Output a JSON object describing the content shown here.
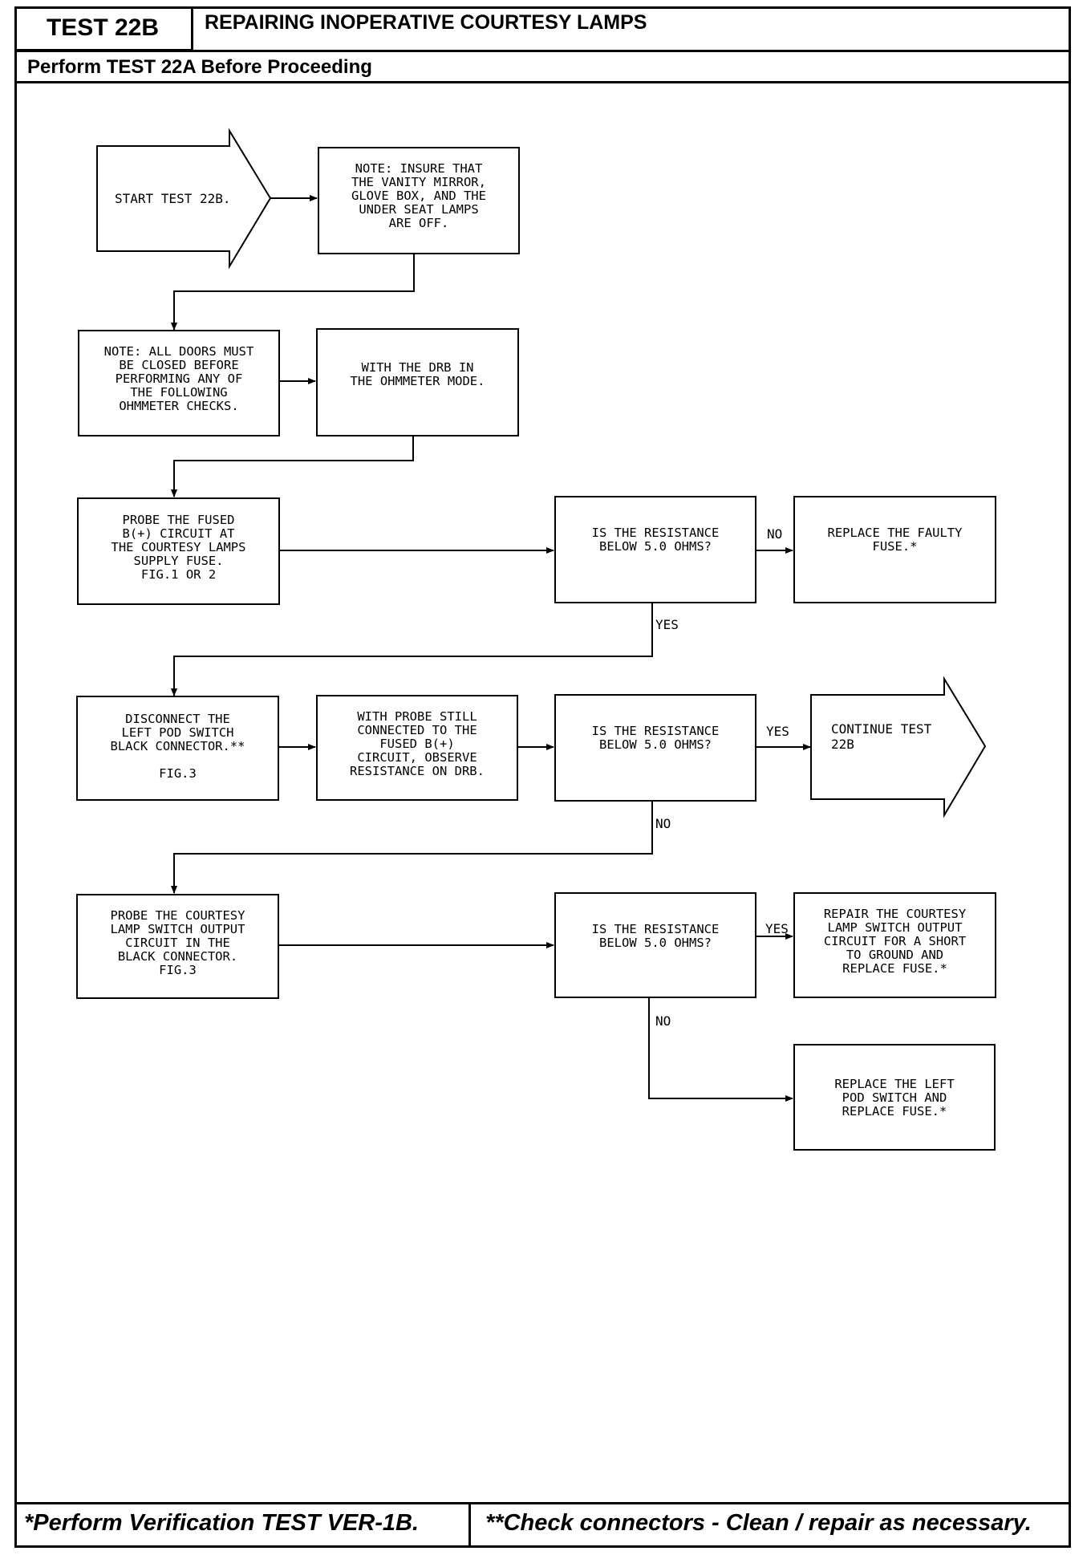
{
  "header": {
    "test_id": "TEST 22B",
    "title": "REPAIRING INOPERATIVE COURTESY LAMPS",
    "subtitle": "Perform TEST 22A Before Proceeding"
  },
  "flow": {
    "start": "START TEST 22B.",
    "note_lamps": "NOTE: INSURE THAT\nTHE VANITY MIRROR,\nGLOVE BOX, AND THE\nUNDER SEAT LAMPS\nARE OFF.",
    "note_doors": "NOTE: ALL DOORS MUST\nBE CLOSED BEFORE\nPERFORMING ANY OF\nTHE FOLLOWING\nOHMMETER CHECKS.",
    "drb_mode": "WITH THE DRB IN\nTHE OHMMETER MODE.",
    "probe_fused": "PROBE THE FUSED\nB(+) CIRCUIT AT\nTHE COURTESY LAMPS\nSUPPLY FUSE.\nFIG.1 OR 2",
    "q1": "IS THE RESISTANCE\nBELOW 5.0 OHMS?",
    "replace_fuse": "REPLACE THE FAULTY\nFUSE.*",
    "disconnect": "DISCONNECT THE\nLEFT POD SWITCH\nBLACK CONNECTOR.**\n\nFIG.3",
    "observe": "WITH PROBE STILL\nCONNECTED TO THE\nFUSED B(+)\nCIRCUIT, OBSERVE\nRESISTANCE ON DRB.",
    "q2": "IS THE RESISTANCE\nBELOW 5.0 OHMS?",
    "continue": "CONTINUE TEST\n22B",
    "probe_switch": "PROBE THE COURTESY\nLAMP SWITCH OUTPUT\nCIRCUIT IN THE\nBLACK CONNECTOR.\nFIG.3",
    "q3": "IS THE RESISTANCE\nBELOW 5.0 OHMS?",
    "repair_short": "REPAIR THE COURTESY\nLAMP SWITCH OUTPUT\nCIRCUIT FOR A SHORT\nTO GROUND AND\nREPLACE FUSE.*",
    "replace_pod": "REPLACE THE LEFT\nPOD SWITCH AND\nREPLACE FUSE.*"
  },
  "labels": {
    "q1_no": "NO",
    "q1_yes": "YES",
    "q2_yes": "YES",
    "q2_no": "NO",
    "q3_yes": "YES",
    "q3_no": "NO"
  },
  "footer": {
    "left": "*Perform Verification TEST VER-1B.",
    "right": "**Check connectors - Clean / repair as necessary."
  }
}
